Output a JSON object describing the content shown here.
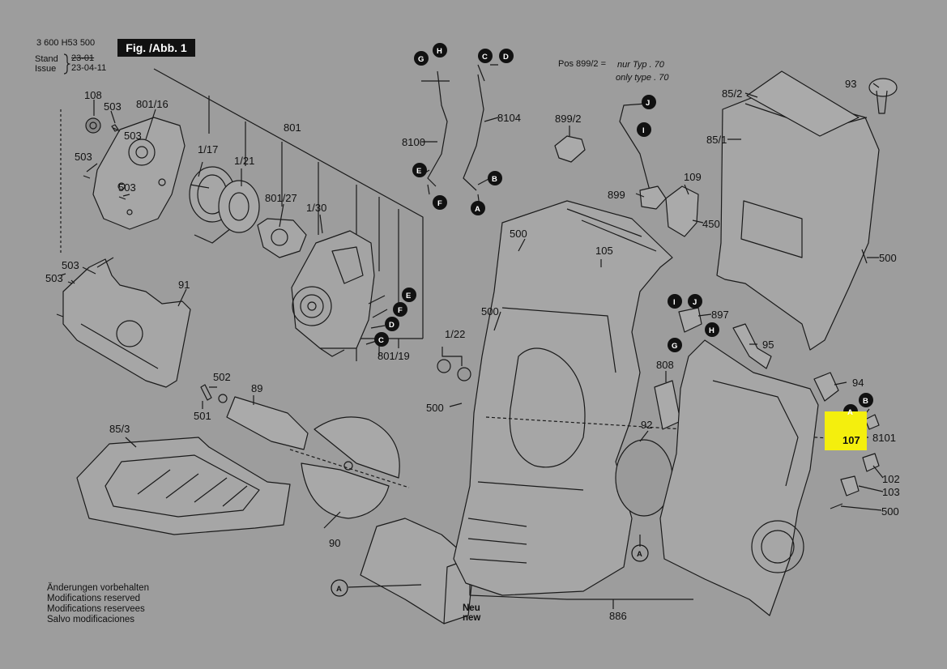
{
  "header": {
    "doc_number": "3 600 H53 500",
    "stand_label": "Stand",
    "stand_date": "23-01",
    "issue_label": "Issue",
    "issue_date": "23-04-11",
    "figure_tag": "Fig. /Abb. 1"
  },
  "note": {
    "line1": "Pos 899/2 =",
    "line1_de": "nur Typ . 70",
    "line2_en": "only type . 70"
  },
  "footer": {
    "lines": [
      "Änderungen vorbehalten",
      "Modifications reserved",
      "Modifications reservees",
      "Salvo modificaciones"
    ]
  },
  "parts": {
    "p108": "108",
    "p503a": "503",
    "p80116": "801/16",
    "p503b": "503",
    "p503c": "503",
    "p503d": "503",
    "p117": "1/17",
    "p121": "1/21",
    "p801": "801",
    "p80127": "801/27",
    "p130": "1/30",
    "p503e": "503",
    "p503f": "503",
    "p91": "91",
    "p80119": "801/19",
    "p8100": "8100",
    "p8104": "8104",
    "p8992": "899/2",
    "p899": "899",
    "p109": "109",
    "p450": "450",
    "p852": "85/2",
    "p93": "93",
    "p851": "85/1",
    "p500a": "500",
    "p105": "105",
    "p500b": "500",
    "p897": "897",
    "p95": "95",
    "p500c": "500",
    "p122": "1/22",
    "p500d": "500",
    "p502": "502",
    "p89": "89",
    "p501": "501",
    "p808": "808",
    "p94": "94",
    "p92": "92",
    "p8101": "8101",
    "p107": "107",
    "p102": "102",
    "p103": "103",
    "p500e": "500",
    "p853": "85/3",
    "p90": "90",
    "p886": "886",
    "neu": "Neu",
    "new": "new"
  },
  "connectors": {
    "G1": "G",
    "H1": "H",
    "C1": "C",
    "D1": "D",
    "E1": "E",
    "F1": "F",
    "B1": "B",
    "A1": "A",
    "J1": "J",
    "I1": "I",
    "E2": "E",
    "F2": "F",
    "D2": "D",
    "C2": "C",
    "I2": "I",
    "J2": "J",
    "G2": "G",
    "H2": "H",
    "A2": "A",
    "B2": "B",
    "A3": "A",
    "A4": "A"
  },
  "highlight": {
    "part": "107",
    "color": "#f4ef0d"
  },
  "colors": {
    "background": "#9d9d9d",
    "line": "#1a1a1a",
    "badge": "#111111"
  }
}
